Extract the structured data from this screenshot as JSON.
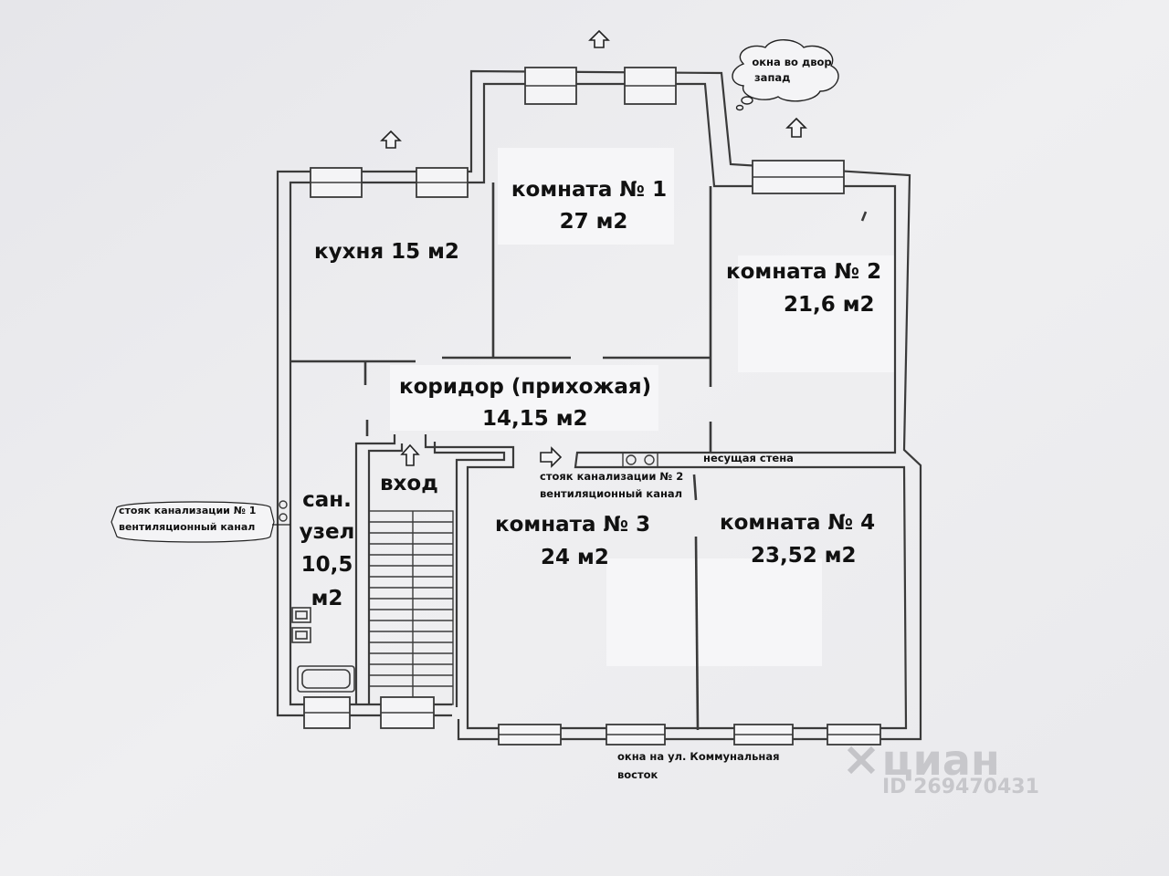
{
  "rooms": {
    "room1": {
      "name": "комната № 1",
      "area": "27 м2"
    },
    "room2": {
      "name": "комната № 2",
      "area": "21,6 м2"
    },
    "room3": {
      "name": "комната № 3",
      "area": "24 м2"
    },
    "room4": {
      "name": "комната № 4",
      "area": "23,52 м2"
    },
    "kitchen": {
      "label": "кухня 15 м2"
    },
    "corridor": {
      "name": "коридор (прихожая)",
      "area": "14,15 м2"
    },
    "bathroom": {
      "line1": "сан.",
      "line2": "узел",
      "line3": "10,5",
      "line4": "м2"
    },
    "entrance": {
      "label": "вход"
    }
  },
  "annotations": {
    "west_cloud": {
      "line1": "окна во двор",
      "line2": "запад"
    },
    "east_note": {
      "line1": "окна на ул. Коммунальная",
      "line2": "восток"
    },
    "riser1": {
      "line1": "стояк канализации № 1",
      "line2": "вентиляционный канал"
    },
    "riser2": {
      "line1": "стояк канализации № 2",
      "line2": "вентиляционный канал"
    },
    "bearing_wall": "несущая стена"
  },
  "watermark": {
    "brand": "циан",
    "id": "ID 269470431"
  },
  "colors": {
    "wall": "#3a3a3a",
    "paper": "#ececef",
    "watermark": "#aaaaaf"
  }
}
